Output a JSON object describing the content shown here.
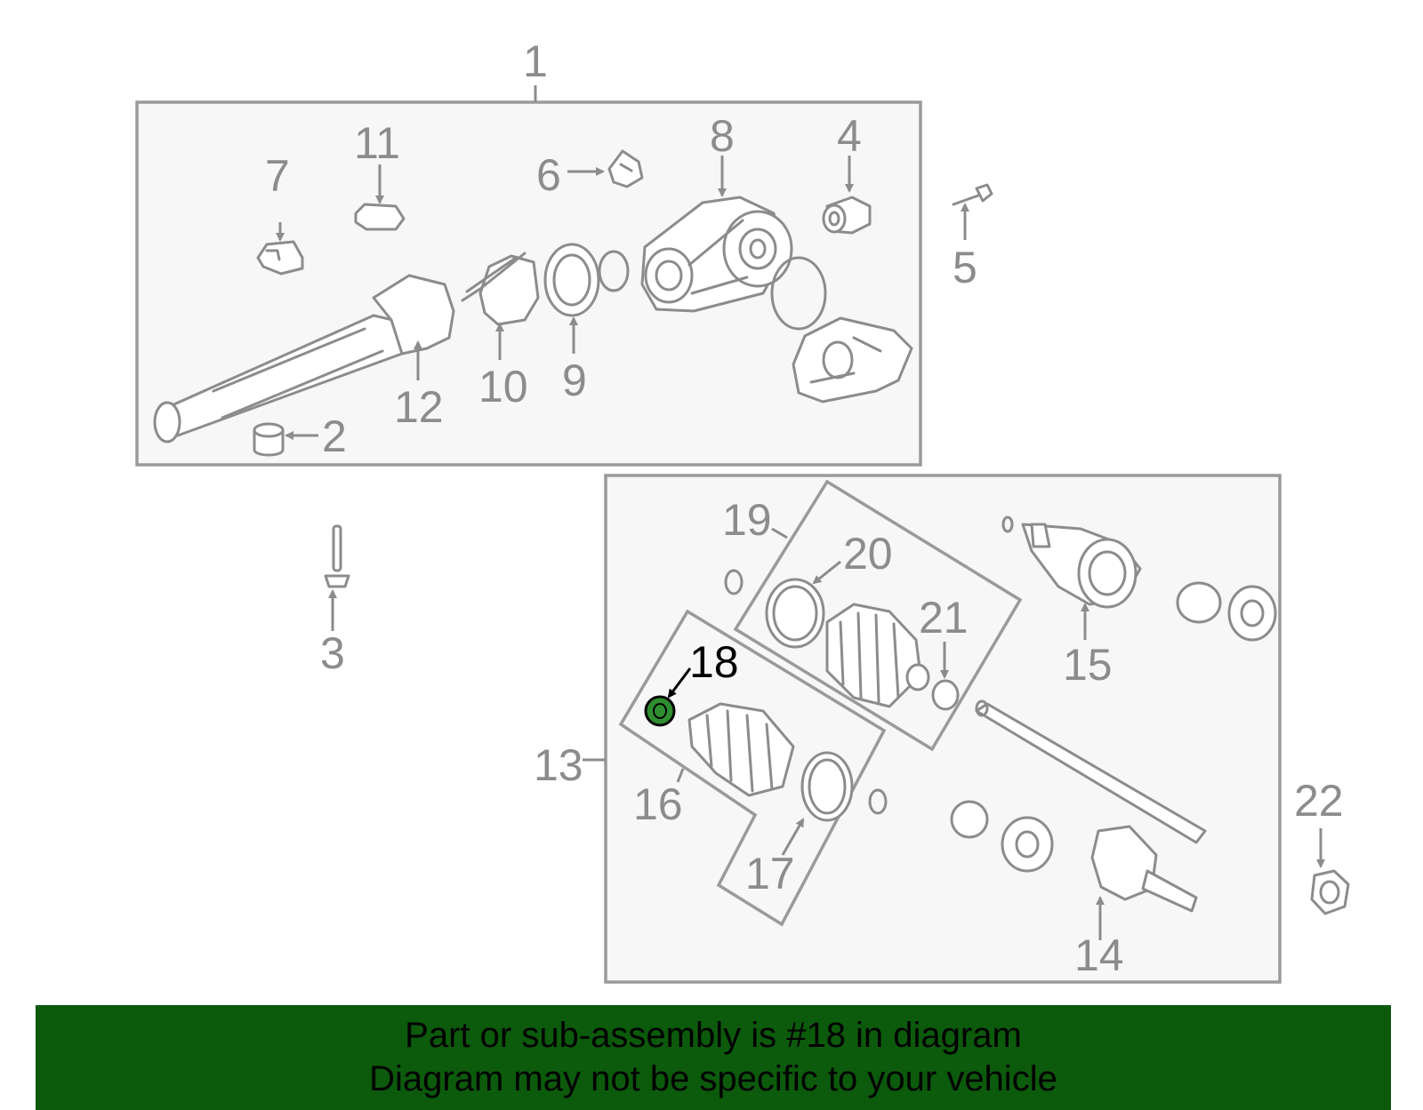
{
  "banner": {
    "line1": "Part or sub-assembly is #18 in diagram",
    "line2": "Diagram may not be specific to your vehicle"
  },
  "highlight_color": "#0c5a0c",
  "callouts": {
    "c1": "1",
    "c2": "2",
    "c3": "3",
    "c4": "4",
    "c5": "5",
    "c6": "6",
    "c7": "7",
    "c8": "8",
    "c9": "9",
    "c10": "10",
    "c11": "11",
    "c12": "12",
    "c13": "13",
    "c14": "14",
    "c15": "15",
    "c16": "16",
    "c17": "17",
    "c18": "18",
    "c19": "19",
    "c20": "20",
    "c21": "21",
    "c22": "22"
  }
}
